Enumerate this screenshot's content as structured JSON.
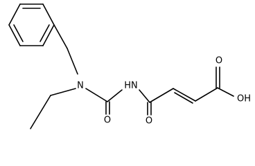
{
  "molecule": {
    "atoms": {
      "amine_nitrogen": "N",
      "amide_nitrogen": "HN",
      "urea_oxygen": "O",
      "amide_oxygen": "O",
      "acid_oxygen_carbonyl": "O",
      "acid_hydroxyl": "OH"
    }
  }
}
